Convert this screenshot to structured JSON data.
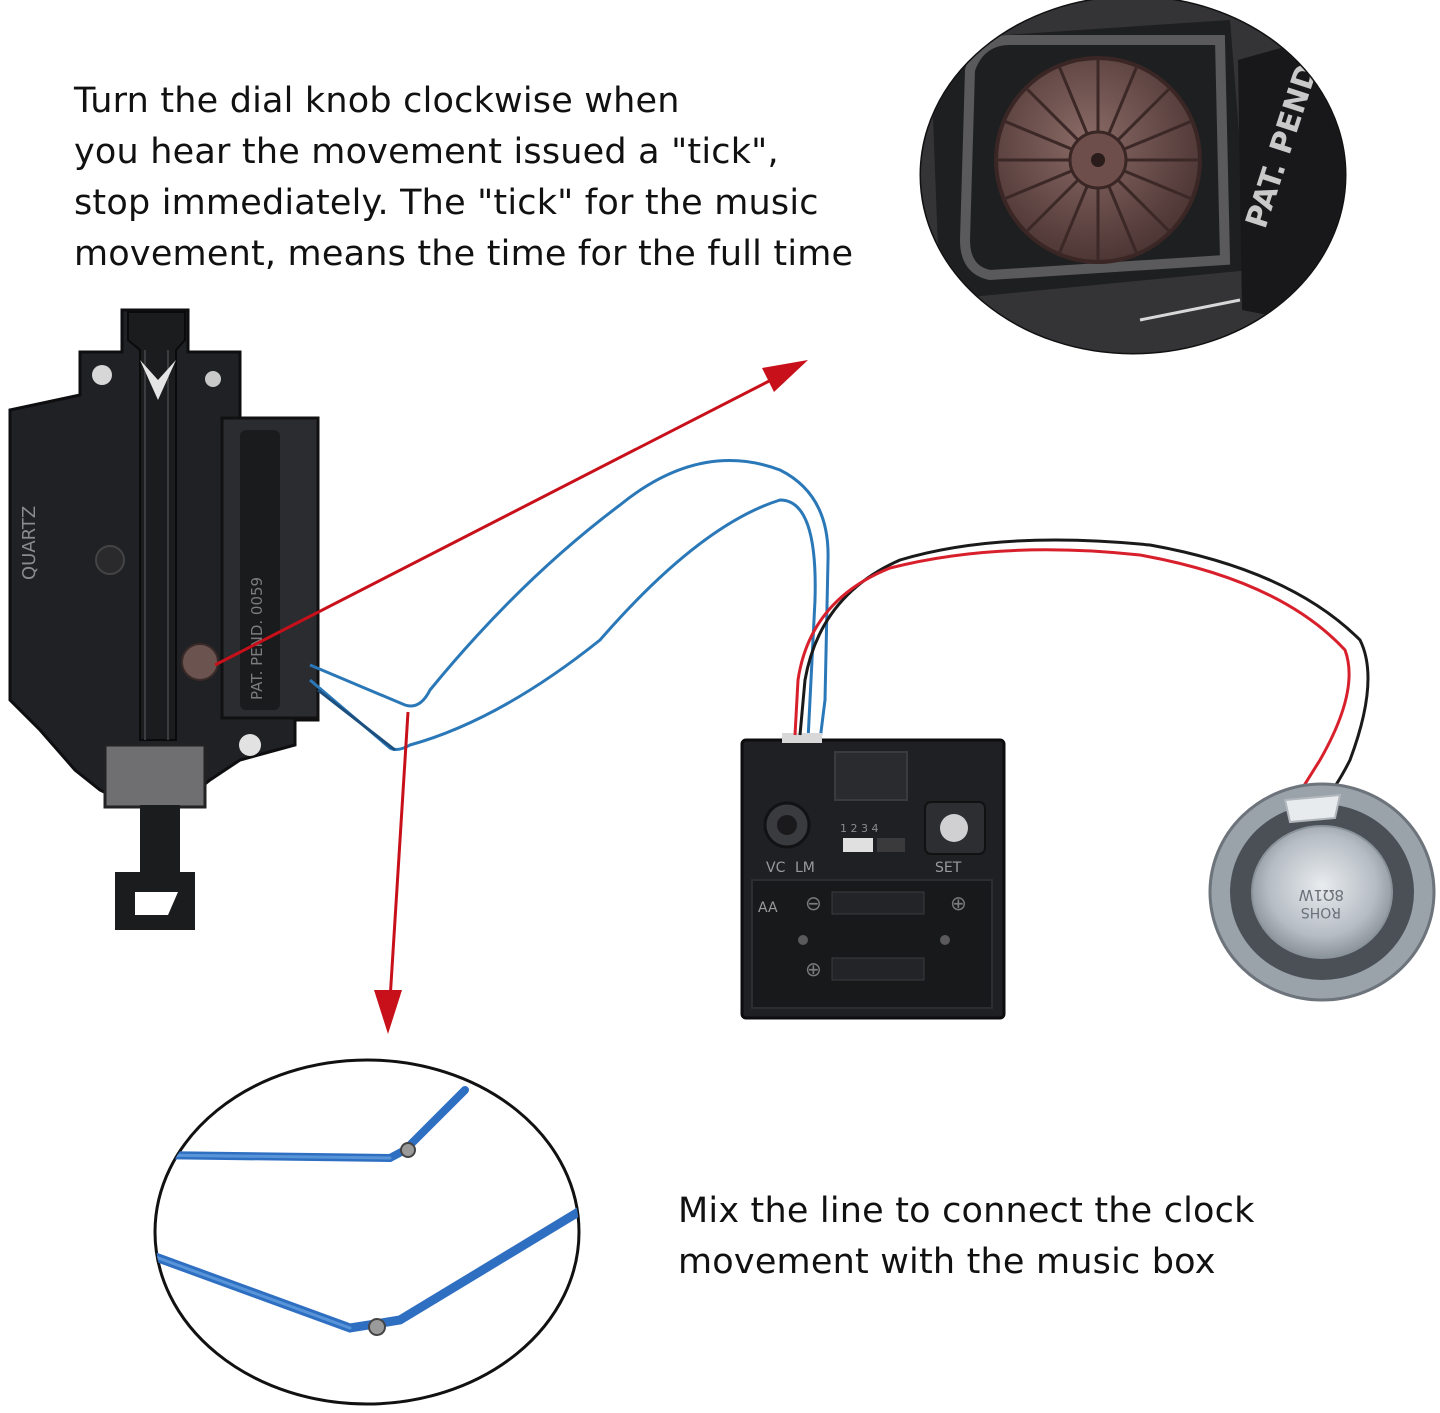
{
  "top_caption": {
    "lines": [
      "Turn the dial knob clockwise when",
      "you hear the movement issued a \"tick\",",
      "stop immediately. The \"tick\" for the music",
      "movement, means the time for the full time"
    ]
  },
  "bottom_caption": {
    "lines": [
      "Mix the line to connect the clock",
      "movement with the music box"
    ]
  },
  "product_markings": {
    "clock_brand": "QUARTZ",
    "clock_patent": "PAT. PEND. 0059",
    "zoom_patent": "PAT. PEND.",
    "music_box_labels": [
      "VC",
      "LM",
      "SET",
      "AA",
      "1 2 3 4"
    ],
    "speaker_labels": [
      "8Ω1W",
      "ROHS"
    ]
  },
  "colors": {
    "arrow": "#c8101a",
    "wire_blue": "#2a78b8",
    "wire_red": "#d8202c",
    "housing": "#1e1f22"
  }
}
